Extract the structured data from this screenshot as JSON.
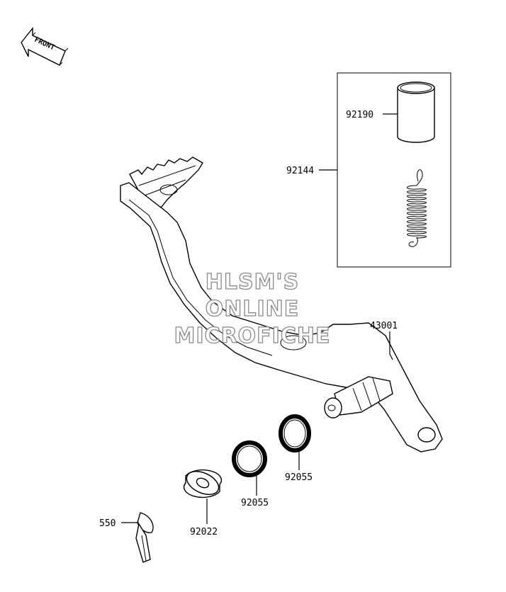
{
  "front_badge": {
    "label": "FRONT",
    "icon": "front-arrow-icon"
  },
  "callouts": [
    {
      "id": "c1",
      "label": "92190"
    },
    {
      "id": "c2",
      "label": "92144"
    },
    {
      "id": "c3",
      "label": "43001"
    },
    {
      "id": "c4",
      "label": "92055"
    },
    {
      "id": "c5",
      "label": "92055"
    },
    {
      "id": "c6",
      "label": "92022"
    },
    {
      "id": "c7",
      "label": "550"
    }
  ],
  "watermark": {
    "line1": "HLSM'S",
    "line2": "ONLINE",
    "line3": "MICROFICHE"
  },
  "colors": {
    "ink": "#000000",
    "watermark_stroke": "#8a8a8a",
    "background": "#ffffff"
  }
}
